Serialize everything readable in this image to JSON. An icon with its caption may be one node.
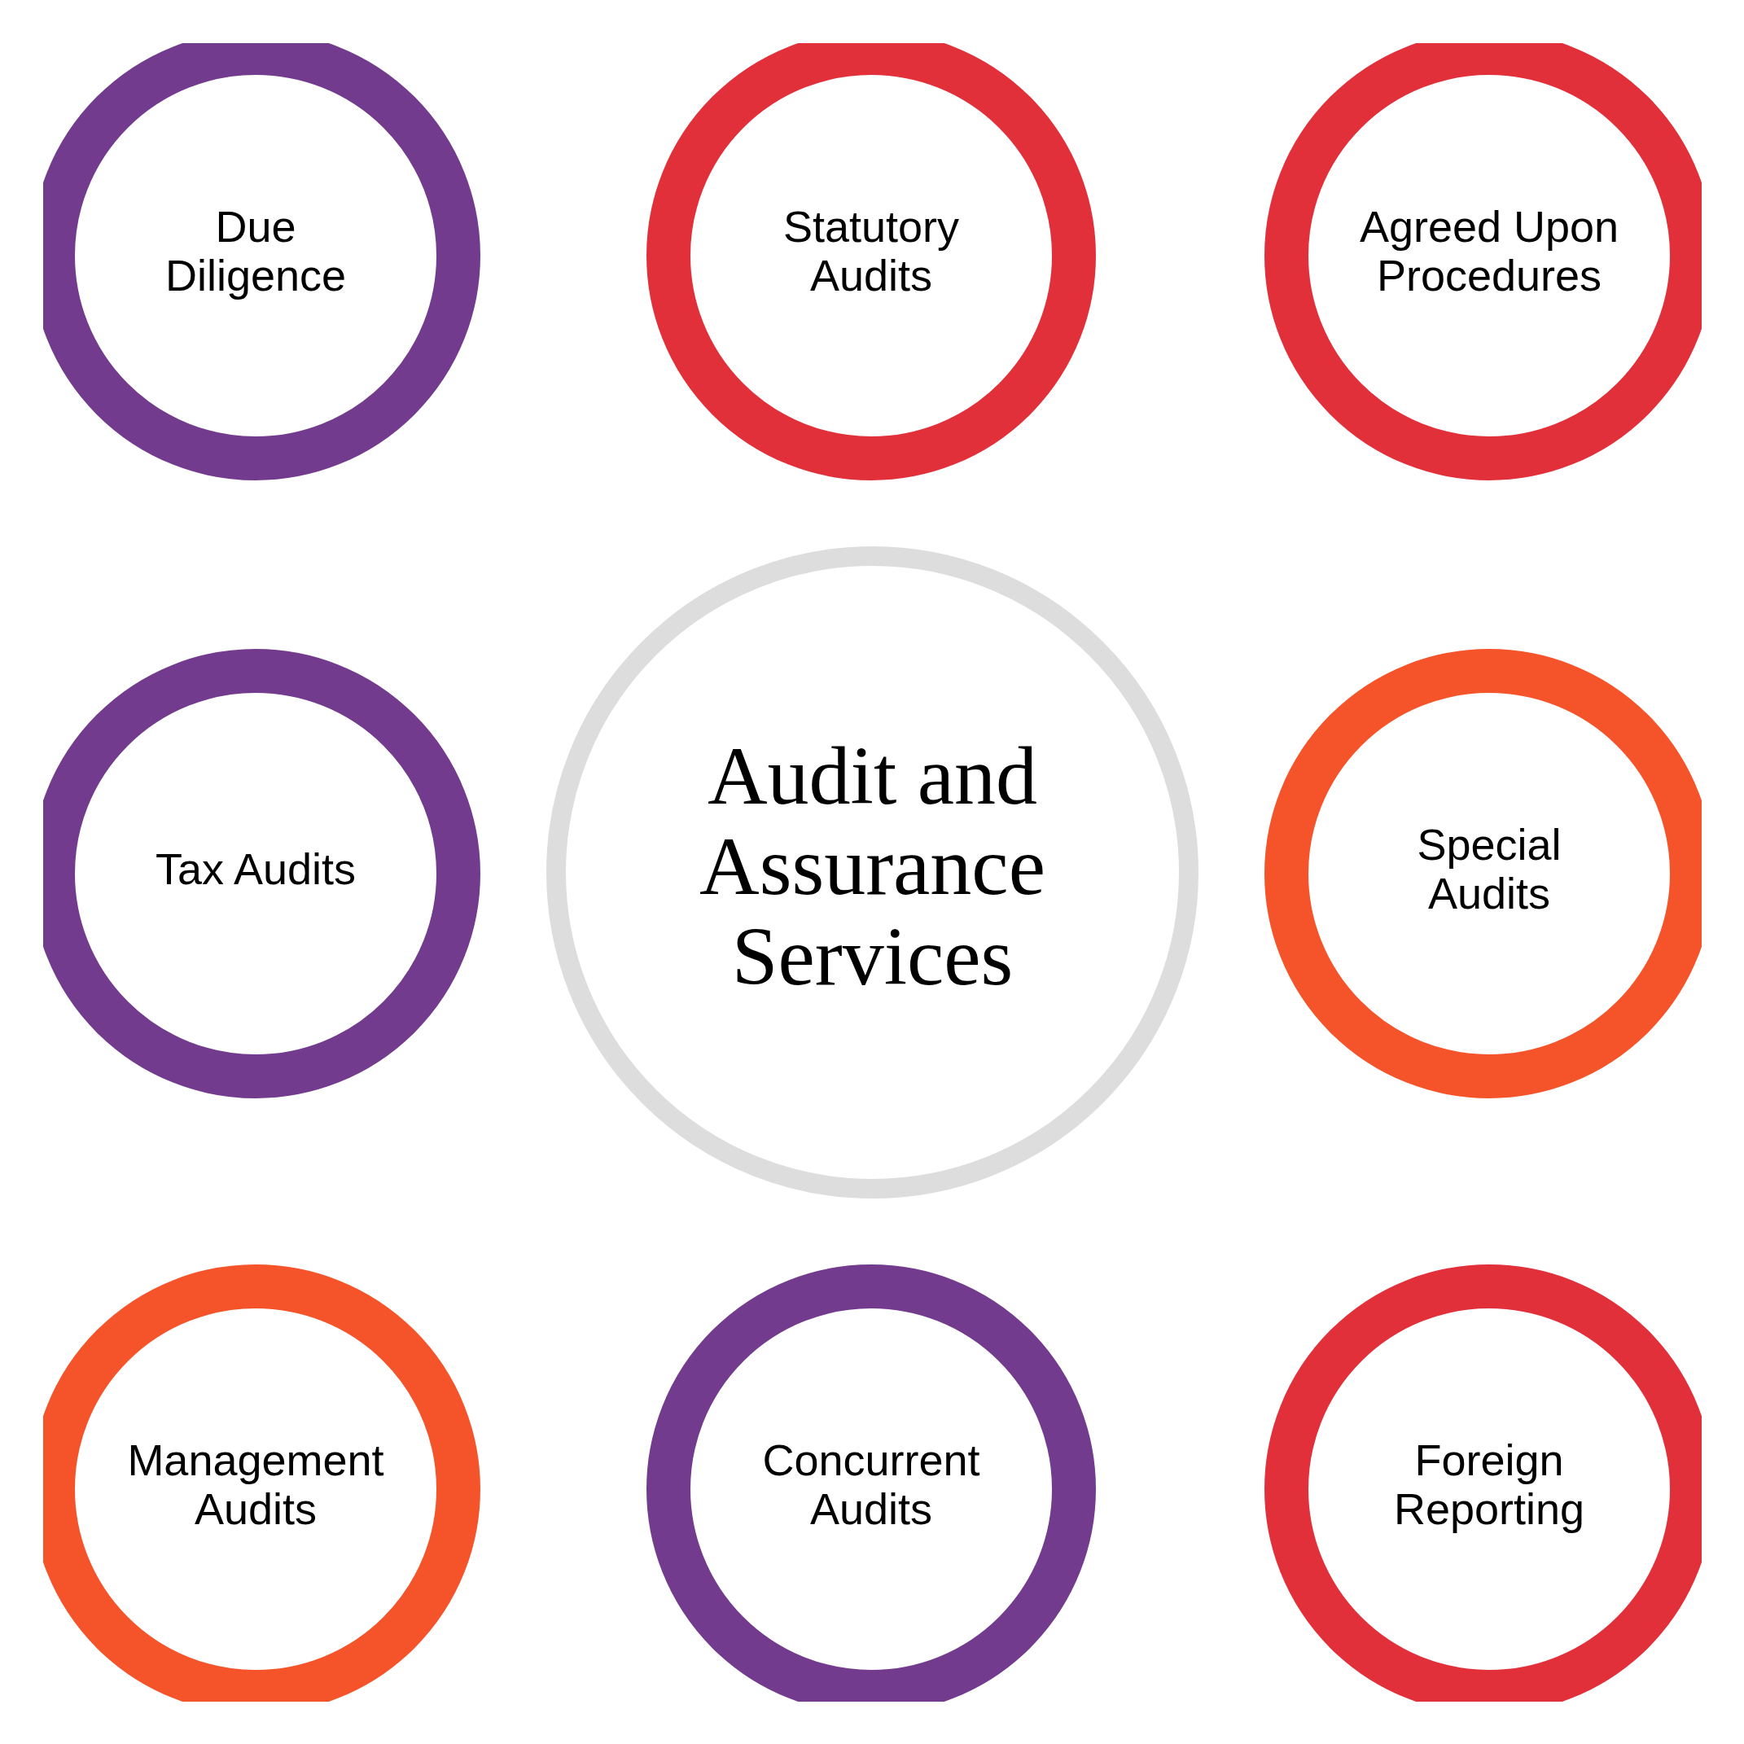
{
  "diagram": {
    "nodes": [
      {
        "text": [
          "Due Diligence"
        ]
      },
      {
        "text": [
          "Statutory Audits"
        ]
      },
      {
        "text": [
          "Agreed Upon Procedures"
        ]
      },
      {
        "text": [
          "Tax Audits"
        ]
      },
      {
        "text": [
          "Audit and Assurance Services"
        ]
      },
      {
        "text": [
          "Special Audits"
        ]
      },
      {
        "text": [
          "Management Audits"
        ]
      },
      {
        "text": [
          "Concurrent Audits"
        ]
      },
      {
        "text": [
          "Foreign Reporting"
        ]
      }
    ]
  }
}
